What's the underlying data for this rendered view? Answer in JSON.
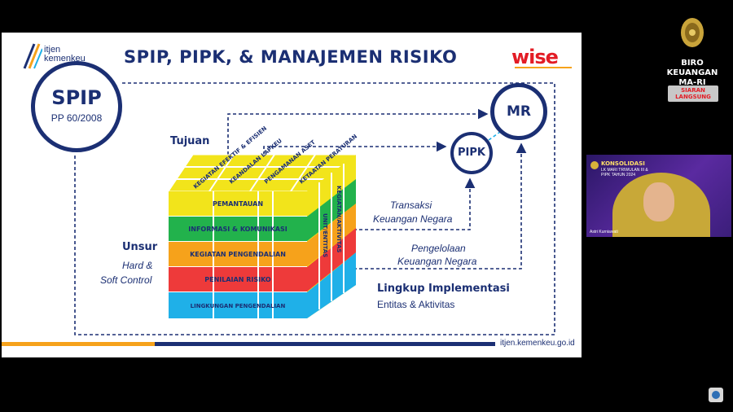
{
  "slide": {
    "title": "SPIP, PIPK, & MANAJEMEN RISIKO",
    "logo_line1": "itjen",
    "logo_line2": "kemenkeu",
    "brand": "wise",
    "spip_title": "SPIP",
    "spip_sub": "PP 60/2008",
    "mr": "MR",
    "pipk": "PIPK",
    "tujuan": "Tujuan",
    "unsur": "Unsur",
    "hard": "Hard &",
    "soft": "Soft Control",
    "transaksi1": "Transaksi",
    "transaksi2": "Keuangan Negara",
    "pengelolaan1": "Pengelolaan",
    "pengelolaan2": "Keuangan Negara",
    "lingkup": "Lingkup Implementasi",
    "entitas": "Entitas & Aktivitas",
    "url": "itjen.kemenkeu.go.id",
    "cube_rows": [
      "PEMANTAUAN",
      "INFORMASI & KOMUNIKASI",
      "KEGIATAN PENGENDALIAN",
      "PENILAIAN RISIKO",
      "LINGKUNGAN PENGENDALIAN"
    ],
    "cube_top": [
      "KEGIATAN EFEKTIF & EFISIEN",
      "KEANDALAN LAPKEU",
      "PENGAMANAN ASET",
      "KETAATAN PERATURAN"
    ],
    "cube_side": [
      "UNIT/ENTITAS",
      "KEGIATAN/AKTIVITAS"
    ],
    "colors": {
      "navy": "#1b2f73",
      "yellow": "#f2e41b",
      "green": "#22b24c",
      "orange": "#f6a21b",
      "red": "#ee3a3a",
      "cyan": "#1fb0e8"
    }
  },
  "broadcast": {
    "org_line1": "BIRO KEUANGAN",
    "org_line2": "MA-RI",
    "live_line1": "SIARAN",
    "live_line2": "LANGSUNG"
  },
  "camera": {
    "event_title": "KONSOLIDASI",
    "event_sub": "LK MARI TRIWULAN III & PIPK TAHUN 2024",
    "speaker": "Astri Kurniawati"
  }
}
